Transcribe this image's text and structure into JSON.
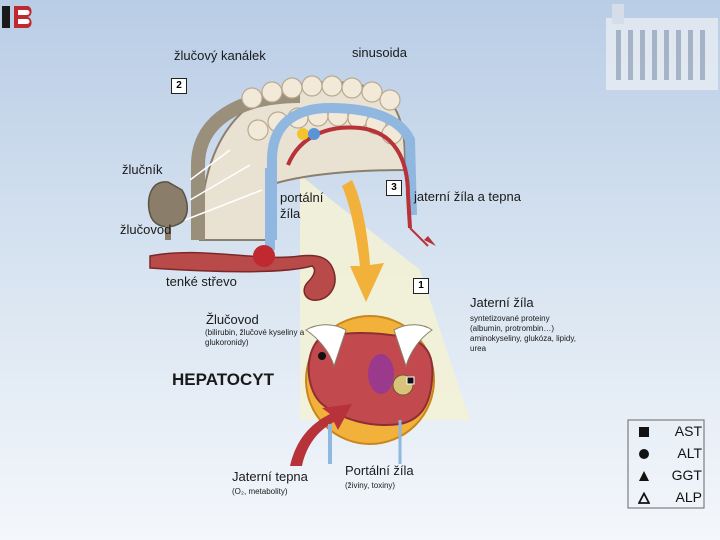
{
  "labels": {
    "bile_canaliculus": "žlučový kanálek",
    "sinusoid": "sinusoida",
    "gallbladder": "žlučník",
    "bile_duct_top": "žlučovod",
    "portal_vein_top": "portální\nžíla",
    "hepatic_vein_artery": "jaterní žíla a tepna",
    "small_intestine": "tenké střevo",
    "hepatic_vein": "Jaterní žíla",
    "hepatic_vein_products": "syntetizované proteiny (albumin, protrombin…) aminokyseliny, glukóza, lipidy, urea",
    "bile_duct": "Žlučovod",
    "bile_duct_contents": "(bilirubin, žlučové kyseliny a glukoronidy)",
    "hepatocyte": "HEPATOCYT",
    "hepatic_artery": "Jaterní tepna",
    "hepatic_artery_contents": "(O₂, metabolity)",
    "portal_vein": "Portální žíla",
    "portal_vein_contents": "(živiny, toxiny)"
  },
  "steps": [
    "2",
    "3",
    "1"
  ],
  "legend": [
    {
      "symbol": "square",
      "label": "AST"
    },
    {
      "symbol": "circle",
      "label": "ALT"
    },
    {
      "symbol": "triangle",
      "label": "GGT"
    },
    {
      "symbol": "triangle-outline",
      "label": "ALP"
    }
  ],
  "colors": {
    "vein_blue": "#8fb7df",
    "artery_red": "#b8323a",
    "bile_tissue": "#a49a88",
    "intestine": "#b84a4a",
    "liver_orange": "#f2b13a",
    "hepatocyte": "#c24a4e",
    "nucleus": "#9b3a8c"
  }
}
